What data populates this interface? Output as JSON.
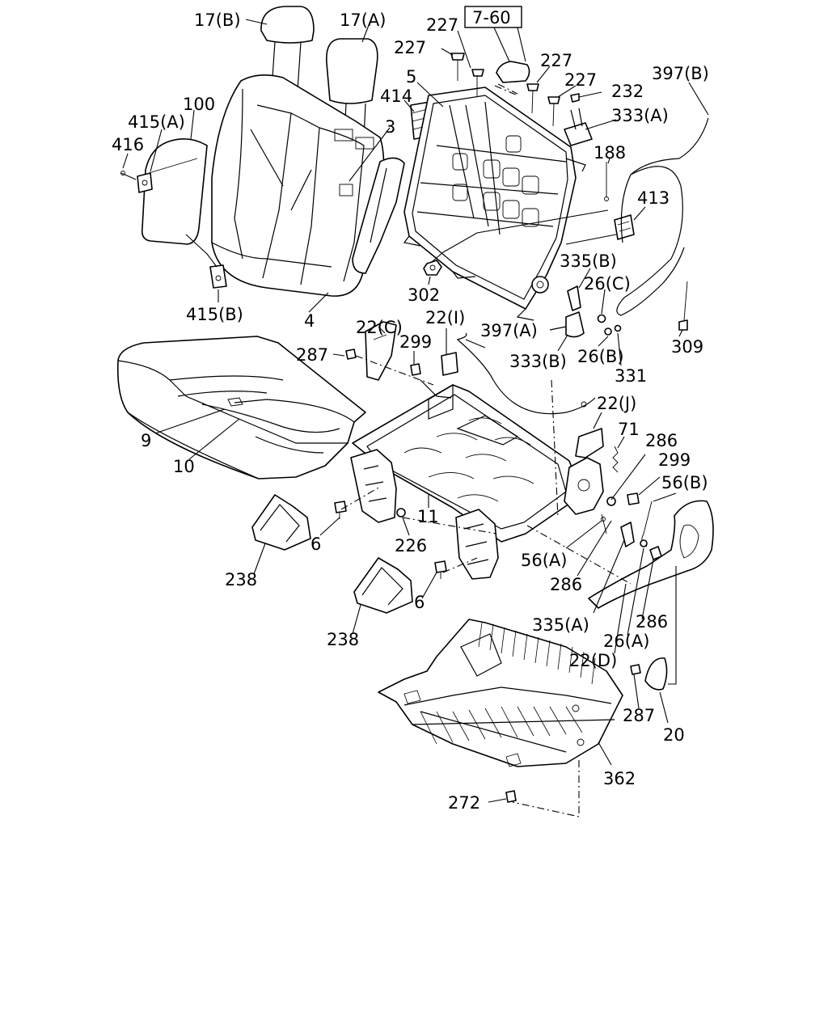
{
  "reference": "7-60",
  "callouts": {
    "c17b": "17(B)",
    "c17a": "17(A)",
    "c227a": "227",
    "c227b": "227",
    "c227c": "227",
    "c227d": "227",
    "c5": "5",
    "c414": "414",
    "c3": "3",
    "c232": "232",
    "c397b": "397(B)",
    "c333a": "333(A)",
    "c100": "100",
    "c415a": "415(A)",
    "c416": "416",
    "c188": "188",
    "c413": "413",
    "c415b": "415(B)",
    "c4": "4",
    "c302": "302",
    "c335b": "335(B)",
    "c26c": "26(C)",
    "c309": "309",
    "c22c": "22(C)",
    "c22i": "22(I)",
    "c397a": "397(A)",
    "c287a": "287",
    "c299a": "299",
    "c333b": "333(B)",
    "c26b": "26(B)",
    "c331": "331",
    "c22j": "22(J)",
    "c9": "9",
    "c10": "10",
    "c71": "71",
    "c286a": "286",
    "c299b": "299",
    "c56b": "56(B)",
    "c6a": "6",
    "c11": "11",
    "c226": "226",
    "c238a": "238",
    "c56a": "56(A)",
    "c286b": "286",
    "c6b": "6",
    "c238b": "238",
    "c335a": "335(A)",
    "c286c": "286",
    "c26a": "26(A)",
    "c22d": "22(D)",
    "c287b": "287",
    "c20": "20",
    "c362": "362",
    "c272": "272"
  }
}
